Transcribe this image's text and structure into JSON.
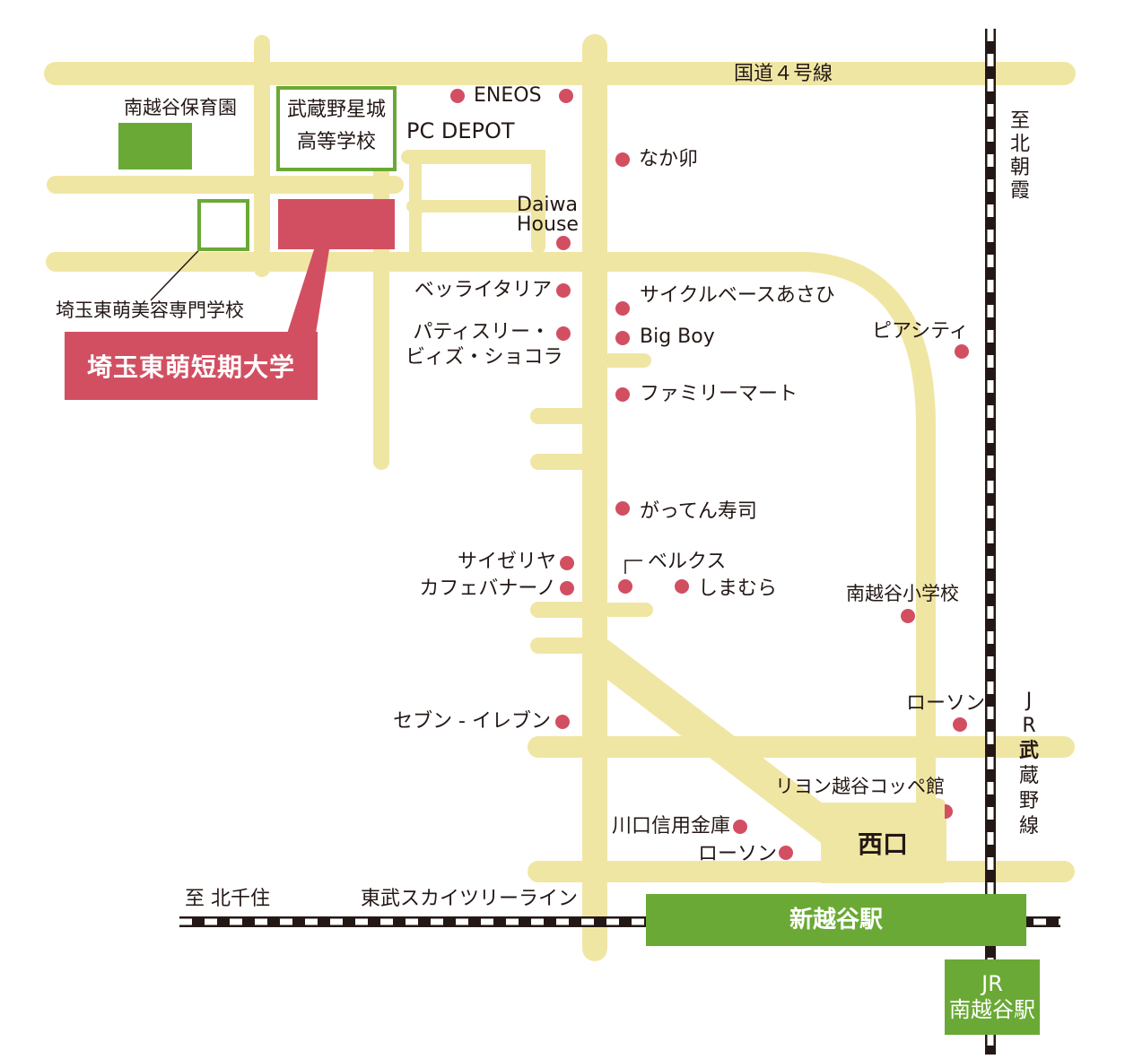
{
  "roads": {
    "national_route": "国道４号線"
  },
  "railways": {
    "tobu_line": "東武スカイツリーライン",
    "tobu_direction": "至 北千住",
    "jr_musashino_chars": [
      "J",
      "R",
      "武",
      "蔵",
      "野",
      "線"
    ],
    "jr_direction": "至北朝霞"
  },
  "stations": {
    "shinkoshigaya": "新越谷駅",
    "jr_minamikoshigaya_line1": "JR",
    "jr_minamikoshigaya_line2": "南越谷駅",
    "west_exit": "西口"
  },
  "schools": {
    "nursery": "南越谷保育園",
    "highschool_line1": "武蔵野星城",
    "highschool_line2": "高等学校",
    "beauty_school": "埼玉東萌美容専門学校",
    "college": "埼玉東萌短期大学"
  },
  "places": {
    "eneos": "ENEOS",
    "pc_depot": "PC DEPOT",
    "nakau": "なか卯",
    "daiwa_line1": "Daiwa",
    "daiwa_line2": "House",
    "bella_italia": "ベッライタリア",
    "cycle_base": "サイクルベースあさひ",
    "patisserie_line1": "パティスリー・",
    "patisserie_line2": "ビィズ・ショコラ",
    "big_boy": "Big Boy",
    "family_mart": "ファミリーマート",
    "pia_city": "ピアシティ",
    "gatten_sushi": "がってん寿司",
    "saizeriya": "サイゼリヤ",
    "cafe_banano": "カフェバナーノ",
    "belx": "ベルクス",
    "shimamura": "しまむら",
    "minamikoshigaya_elementary": "南越谷小学校",
    "seven_eleven": "セブン - イレブン",
    "lawson_east": "ローソン",
    "lyon_koppe": "リヨン越谷コッペ館",
    "kawaguchi_shinkin": "川口信用金庫",
    "lawson_south": "ローソン"
  },
  "colors": {
    "road": "#f0e6a4",
    "poi": "#d24f62",
    "green": "#6aa935",
    "college": "#d24f62",
    "rail": "#231815"
  }
}
